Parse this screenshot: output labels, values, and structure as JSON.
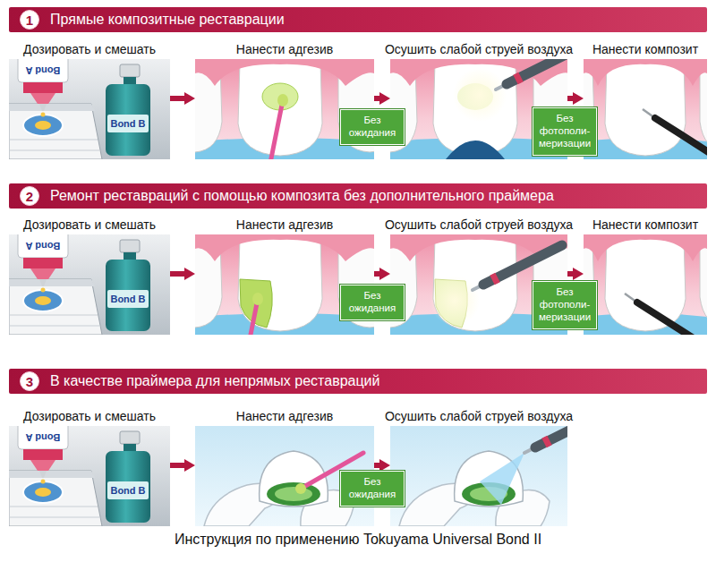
{
  "diagram": {
    "caption": "Инструкция по применению Tokuyama Universal Bond II",
    "nodes": [
      {
        "text": [
          "Прямые композитные реставрации"
        ]
      },
      {
        "text": [
          "1"
        ],
        "in": 0
      },
      {
        "text": [
          "Дозировать и смешать"
        ]
      },
      {
        "text": [
          "Нанести адгезив"
        ]
      },
      {
        "text": [
          "Осушить слабой струей воздуха"
        ]
      },
      {
        "text": [
          "Нанести композит"
        ]
      },
      {
        "text": [
          "Без ожидания"
        ]
      },
      {
        "text": [
          "Без фотополи- меризации"
        ]
      },
      {
        "text": [
          "Ремонт реставраций с помощью композита без дополнительного праймера"
        ]
      },
      {
        "text": [
          "2"
        ],
        "in": 8
      },
      {
        "text": [
          "Дозировать и смешать"
        ]
      },
      {
        "text": [
          "Нанести адгезив"
        ]
      },
      {
        "text": [
          "Осушить слабой струей воздуха"
        ]
      },
      {
        "text": [
          "Нанести композит"
        ]
      },
      {
        "text": [
          "Без ожидания"
        ]
      },
      {
        "text": [
          "Без фотополи- меризации"
        ]
      },
      {
        "text": [
          "В качестве праймера для непрямых реставраций"
        ]
      },
      {
        "text": [
          "3"
        ],
        "in": 16
      },
      {
        "text": [
          "Дозировать и смешать"
        ]
      },
      {
        "text": [
          "Нанести адгезив"
        ]
      },
      {
        "text": [
          "Осушить слабой струей воздуха"
        ]
      },
      {
        "text": [
          "Без ожидания"
        ]
      }
    ],
    "edges": [
      {
        "from": 2,
        "to": 3,
        "arrow": "to"
      },
      {
        "from": 3,
        "to": 4,
        "arrow": "to"
      },
      {
        "from": 4,
        "to": 5,
        "arrow": "to"
      },
      {
        "from": 10,
        "to": 11,
        "arrow": "to"
      },
      {
        "from": 11,
        "to": 12,
        "arrow": "to"
      },
      {
        "from": 12,
        "to": 13,
        "arrow": "to"
      },
      {
        "from": 18,
        "to": 19,
        "arrow": "to"
      },
      {
        "from": 19,
        "to": 20,
        "arrow": "to"
      }
    ],
    "labels": [
      "Bond A",
      "Bond B",
      "Bond A",
      "Bond B",
      "Bond A",
      "Bond B"
    ]
  }
}
